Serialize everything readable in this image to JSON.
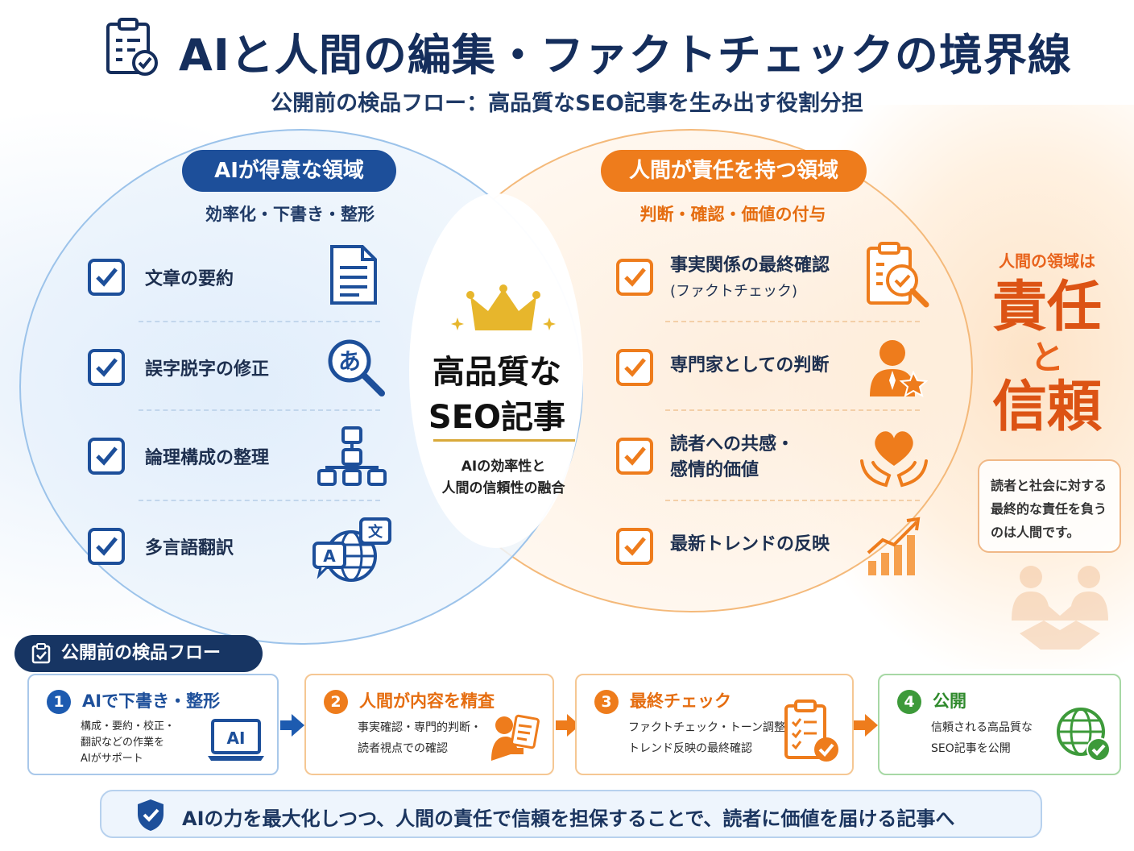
{
  "header": {
    "title": "AIと人間の編集・ファクトチェックの境界線",
    "subtitle": "公開前の検品フロー：高品質なSEO記事を生み出す役割分担"
  },
  "ai_zone": {
    "title": "AIが得意な領域",
    "subtitle": "効率化・下書き・整形",
    "items": [
      {
        "label": "文章の要約",
        "icon": "document-icon"
      },
      {
        "label": "誤字脱字の修正",
        "icon": "magnifier-a-icon"
      },
      {
        "label": "論理構成の整理",
        "icon": "hierarchy-icon"
      },
      {
        "label": "多言語翻訳",
        "icon": "translate-globe-icon"
      }
    ]
  },
  "human_zone": {
    "title": "人間が責任を持つ領域",
    "subtitle": "判断・確認・価値の付与",
    "items": [
      {
        "line1": "事実関係の最終確認",
        "line2": "(ファクトチェック)",
        "icon": "clipboard-search-icon"
      },
      {
        "line1": "専門家としての判断",
        "line2": "",
        "icon": "expert-star-icon"
      },
      {
        "line1": "読者への共感・",
        "line2": "感情的価値",
        "icon": "heart-hands-icon"
      },
      {
        "line1": "最新トレンドの反映",
        "line2": "",
        "icon": "trend-chart-icon"
      }
    ]
  },
  "center": {
    "title_line1": "高品質な",
    "title_line2": "SEO記事",
    "desc_line1": "AIの効率性と",
    "desc_line2": "人間の信頼性の融合"
  },
  "right_panel": {
    "intro": "人間の領域は",
    "word1": "責任",
    "conj": "と",
    "word2": "信頼",
    "note_line1": "読者と社会に対する",
    "note_line2": "最終的な責任を負う",
    "note_line3": "のは人間です。"
  },
  "flow": {
    "label": "公開前の検品フロー",
    "steps": [
      {
        "num": "1",
        "title": "AIで下書き・整形",
        "desc1": "構成・要約・校正・",
        "desc2": "翻訳などの作業を",
        "desc3": "AIがサポート",
        "badge": "AI",
        "color": "#1d5bb0"
      },
      {
        "num": "2",
        "title": "人間が内容を精査",
        "desc1": "事実確認・専門的判断・",
        "desc2": "読者視点での確認",
        "color": "#ee7c1c"
      },
      {
        "num": "3",
        "title": "最終チェック",
        "desc1": "ファクトチェック・トーン調整・",
        "desc2": "トレンド反映の最終確認",
        "color": "#ee7c1c"
      },
      {
        "num": "4",
        "title": "公開",
        "desc1": "信頼される高品質な",
        "desc2": "SEO記事を公開",
        "color": "#3d9a3a"
      }
    ]
  },
  "banner": {
    "text": "AIの力を最大化しつつ、人間の責任で信頼を担保することで、読者に価値を届ける記事へ"
  },
  "colors": {
    "navy": "#173563",
    "blue": "#1d4f9a",
    "orange": "#ee7c1c",
    "green": "#3d9a3a",
    "gold": "#e7b62c"
  }
}
